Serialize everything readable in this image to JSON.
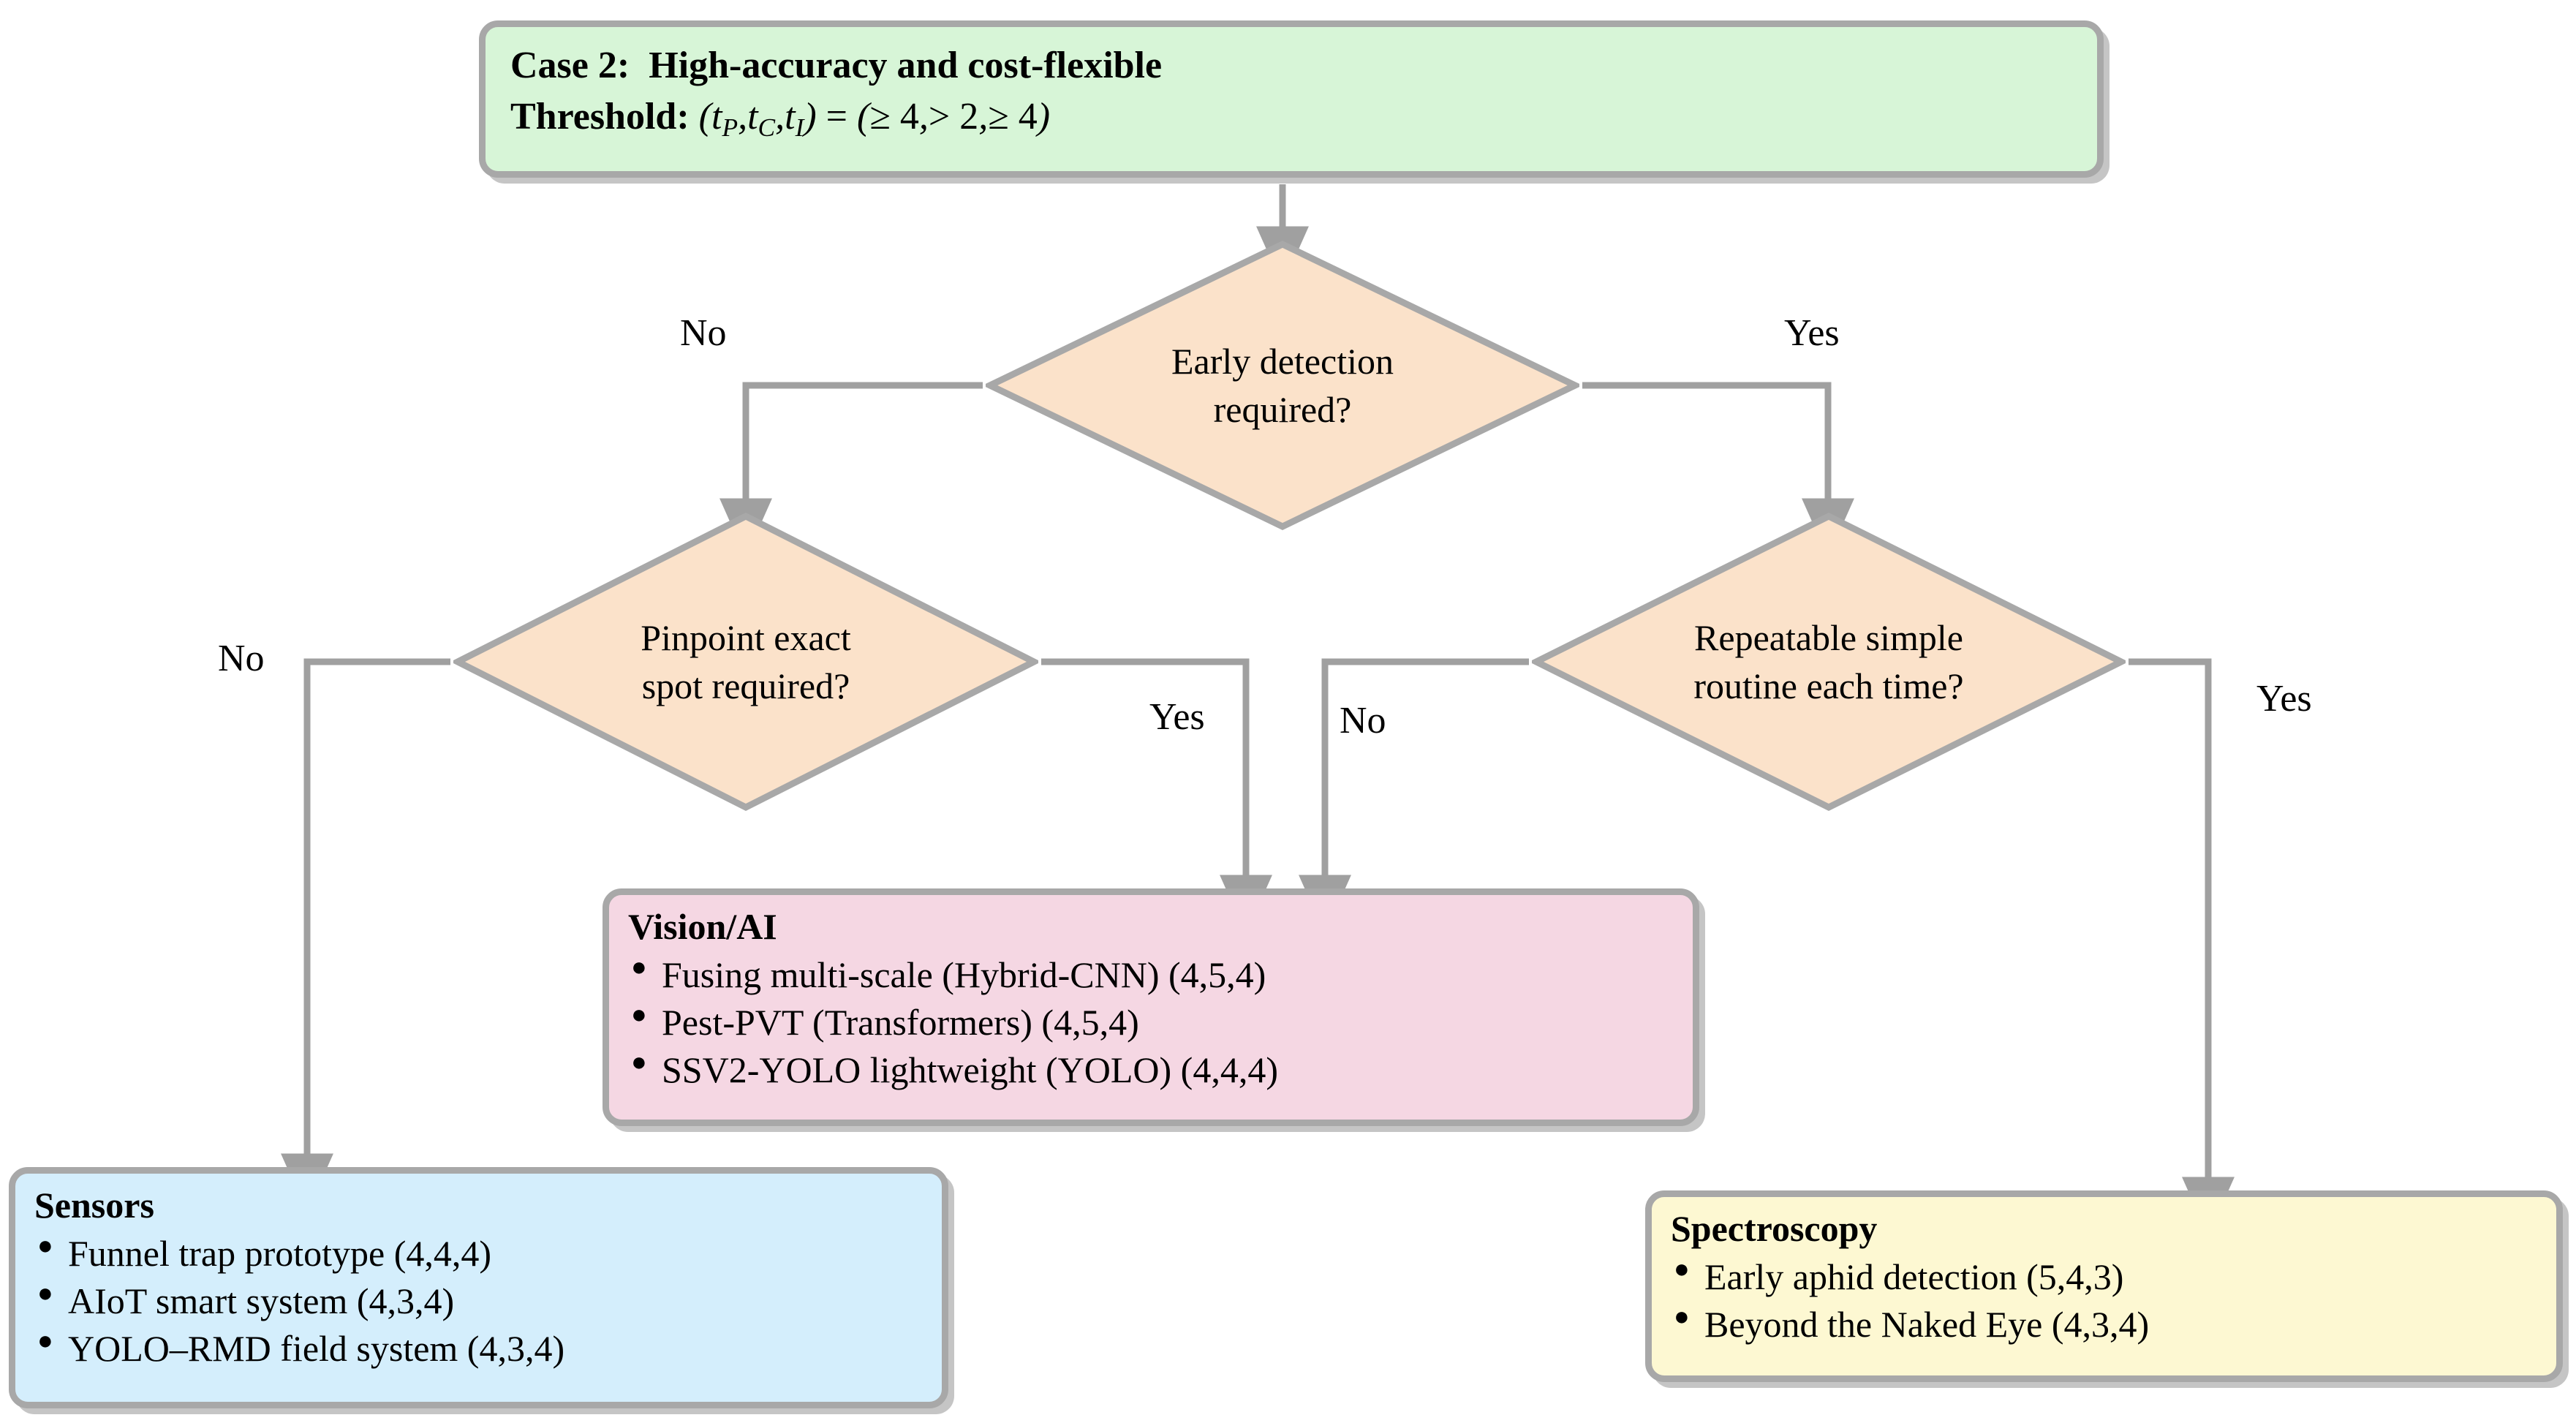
{
  "diagram": {
    "title": "Case 2 decision flowchart",
    "colors": {
      "start_fill": "#d7f5d7",
      "decision_fill": "#fbe2ca",
      "vision_fill": "#f5d7e3",
      "sensors_fill": "#d4eefc",
      "spectroscopy_fill": "#fdf8d2",
      "stroke": "#a8a8a8"
    },
    "start": {
      "case_label": "Case 2:",
      "case_text": "High-accuracy and cost-flexible",
      "threshold_label": "Threshold:",
      "threshold_expr": "(tP, tC, tI) = (≥ 4, > 2, ≥ 4)",
      "threshold_parts": {
        "open": "(",
        "t1": "t",
        "t1sub": "P",
        "c1": ",",
        "t2": "t",
        "t2sub": "C",
        "c2": ",",
        "t3": "t",
        "t3sub": "I",
        "close": ")",
        "eq": "=",
        "open2": "(",
        "v1": "≥ 4",
        "c3": ",",
        "v2": "> 2",
        "c4": ",",
        "v3": "≥ 4",
        "close2": ")"
      }
    },
    "decisions": [
      {
        "id": "d1",
        "line1": "Early detection",
        "line2": "required?"
      },
      {
        "id": "d2",
        "line1": "Pinpoint exact",
        "line2": "spot required?"
      },
      {
        "id": "d3",
        "line1": "Repeatable simple",
        "line2": "routine each time?"
      }
    ],
    "edge_labels": {
      "d1_no": "No",
      "d1_yes": "Yes",
      "d2_no": "No",
      "d2_yes": "Yes",
      "d3_no": "No",
      "d3_yes": "Yes"
    },
    "outcomes": {
      "vision": {
        "title": "Vision/AI",
        "items": [
          "Fusing multi-scale (Hybrid-CNN) (4,5,4)",
          "Pest-PVT (Transformers) (4,5,4)",
          "SSV2-YOLO lightweight (YOLO) (4,4,4)"
        ]
      },
      "sensors": {
        "title": "Sensors",
        "items": [
          "Funnel trap prototype (4,4,4)",
          "AIoT smart system (4,3,4)",
          "YOLO–RMD field system (4,3,4)"
        ]
      },
      "spectroscopy": {
        "title": "Spectroscopy",
        "items": [
          "Early aphid detection (5,4,3)",
          "Beyond the Naked Eye (4,3,4)"
        ]
      }
    }
  }
}
